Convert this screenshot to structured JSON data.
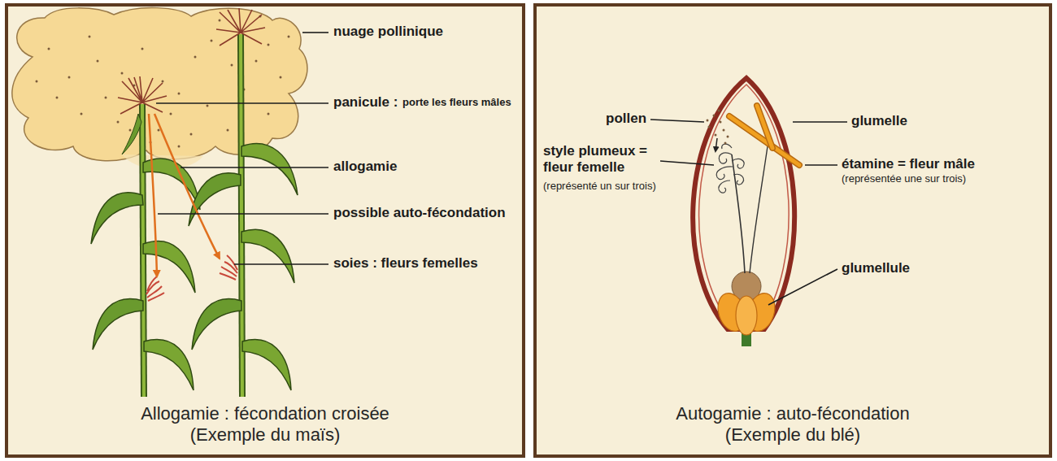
{
  "diagram": {
    "nodes": [
      {
        "text": [
          "Allogamie : fécondation croisée (Exemple du maïs)"
        ]
      },
      {
        "text": [
          "Autogamie : auto-fécondation (Exemple du blé)"
        ]
      }
    ],
    "labels": [
      "nuage pollinique",
      "panicule :",
      "porte les fleurs mâles",
      "allogamie",
      "possible auto-fécondation",
      "soies : fleurs femelles",
      "pollen",
      "style plumeux = fleur femelle",
      "(représenté un sur trois)",
      "glumelle",
      "étamine = fleur mâle",
      "(représentée une sur trois)",
      "glumellule"
    ]
  }
}
